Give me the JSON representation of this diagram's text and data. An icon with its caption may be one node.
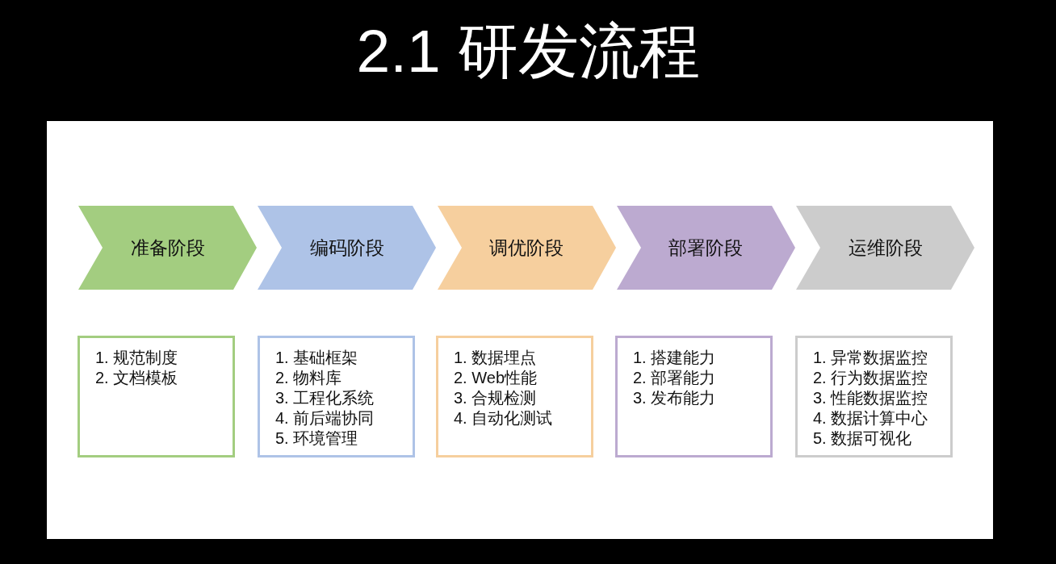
{
  "diagram": {
    "title": "2.1 研发流程",
    "nodes": [
      {
        "text": [
          "准备阶段"
        ]
      },
      {
        "text": [
          "编码阶段"
        ]
      },
      {
        "text": [
          "调优阶段"
        ]
      },
      {
        "text": [
          "部署阶段"
        ]
      },
      {
        "text": [
          "运维阶段"
        ]
      },
      {
        "text": [
          "1. 规范制度",
          "2. 文档模板"
        ]
      },
      {
        "text": [
          "1. 基础框架",
          "2. 物料库",
          "3. 工程化系统",
          "4. 前后端协同",
          "5. 环境管理"
        ]
      },
      {
        "text": [
          "1. 数据埋点",
          "2. Web性能",
          "3. 合规检测",
          "4. 自动化测试"
        ]
      },
      {
        "text": [
          "1. 搭建能力",
          "2. 部署能力",
          "3. 发布能力"
        ]
      },
      {
        "text": [
          "1. 异常数据监控",
          "2. 行为数据监控",
          "3. 性能数据监控",
          "4. 数据计算中心",
          "5. 数据可视化"
        ]
      }
    ]
  }
}
